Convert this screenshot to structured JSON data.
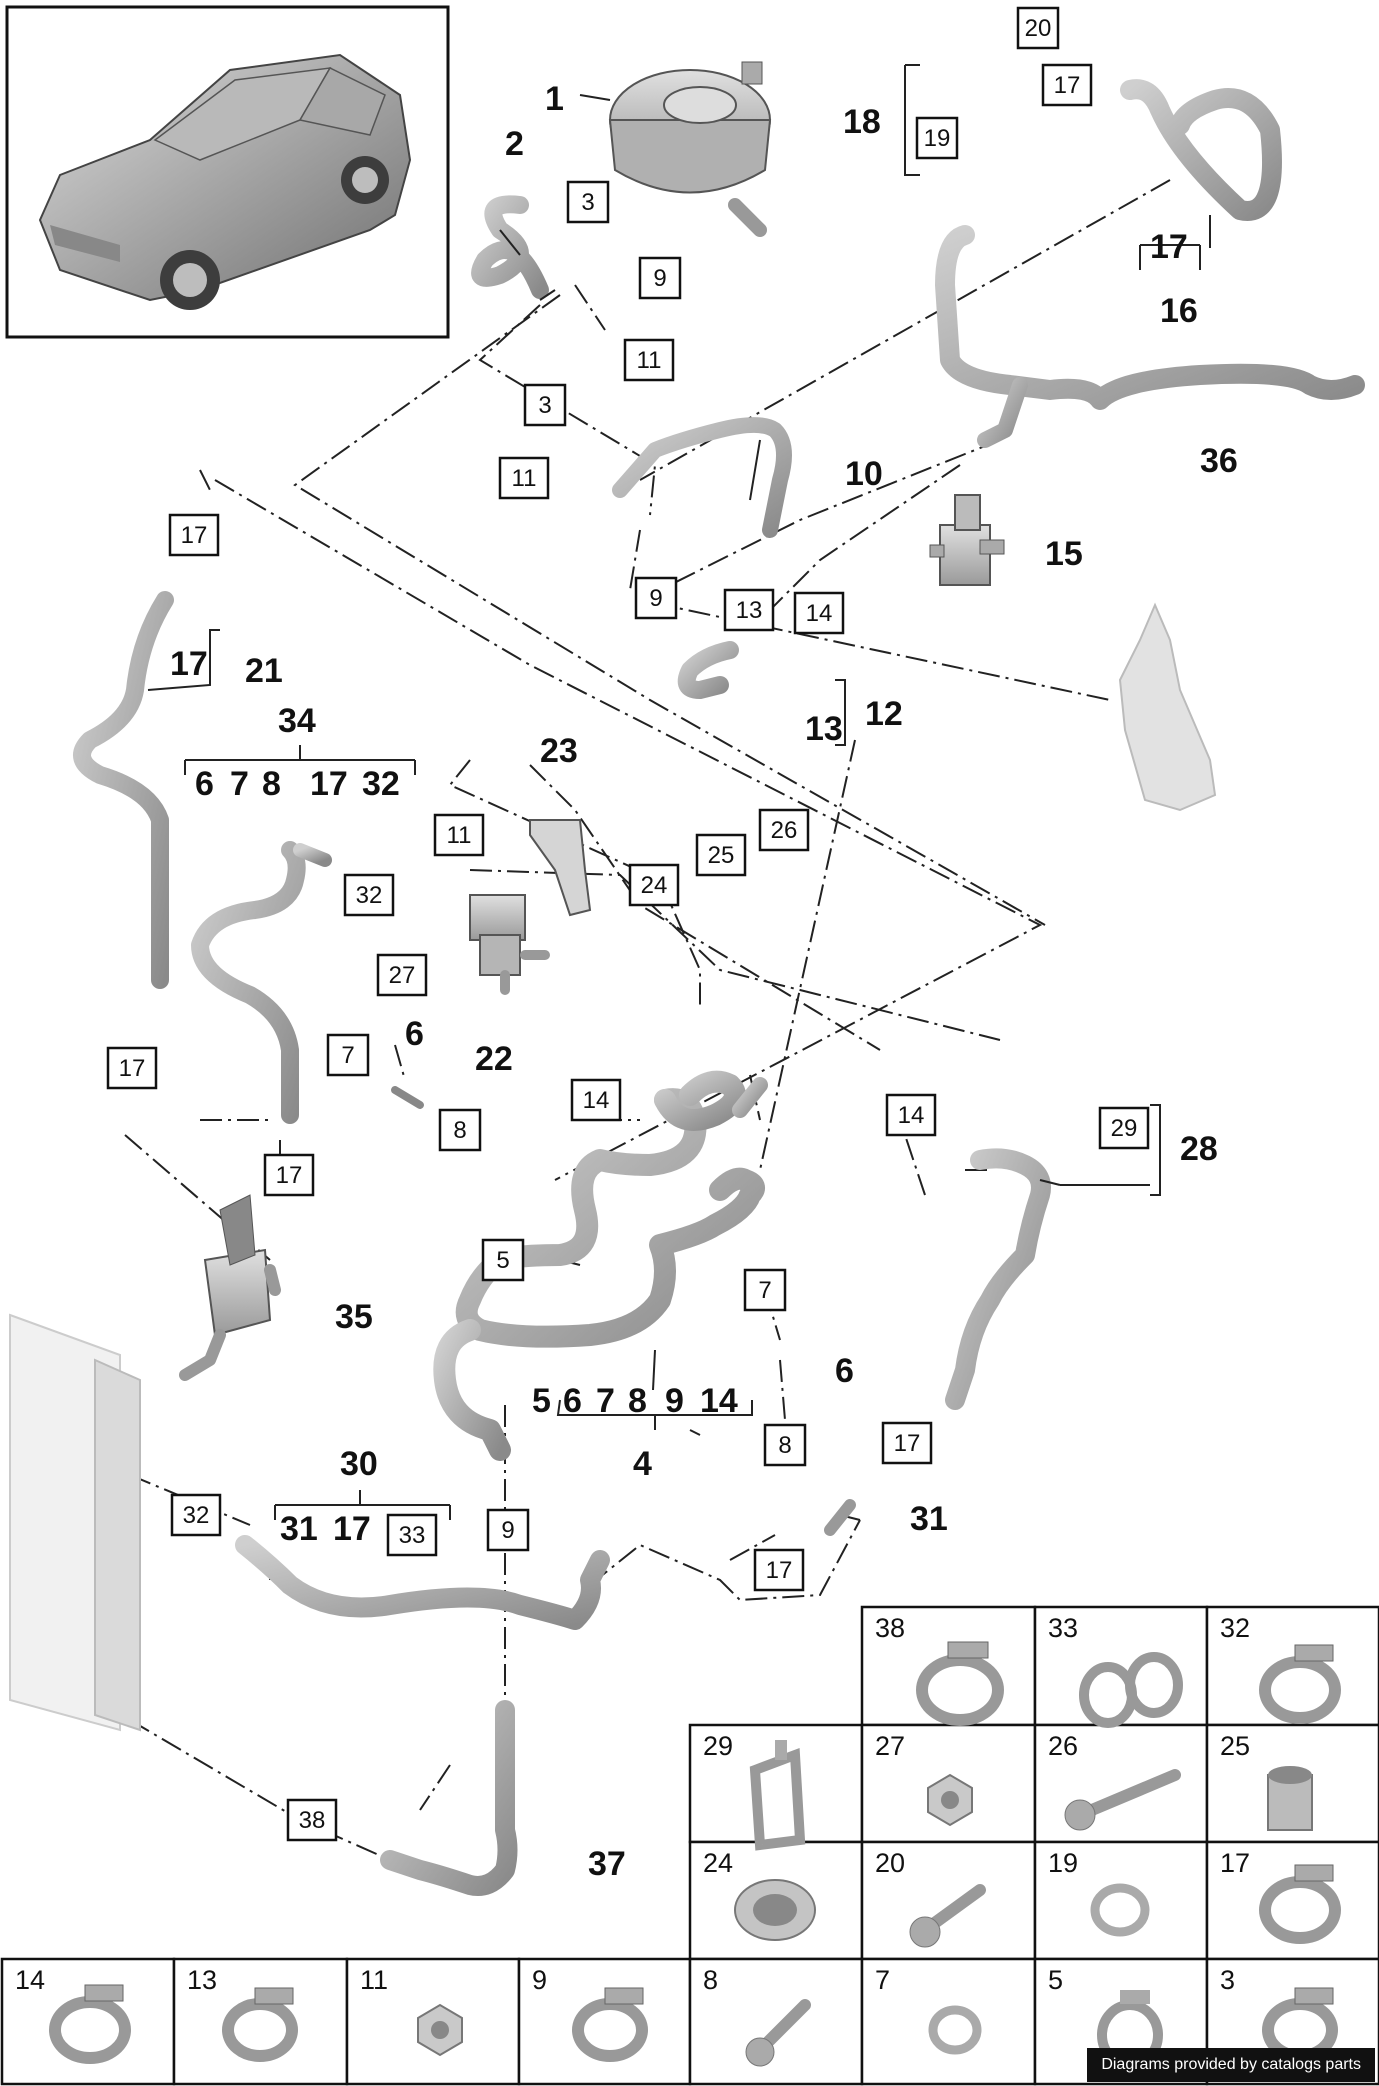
{
  "footer_text": "Diagrams provided by catalogs parts",
  "callouts": {
    "c1": "1",
    "c2": "2",
    "c3a": "3",
    "c3b": "3",
    "c4": "4",
    "c5": "5",
    "c6a": "6",
    "c6b": "6",
    "c7a": "7",
    "c7b": "7",
    "c8a": "8",
    "c8b": "8",
    "c9a": "9",
    "c9b": "9",
    "c9c": "9",
    "c10": "10",
    "c11a": "11",
    "c11b": "11",
    "c11c": "11",
    "c12": "12",
    "c13a": "13",
    "c13b": "13",
    "c14a": "14",
    "c14b": "14",
    "c14c": "14",
    "c15": "15",
    "c16": "16",
    "c17a": "17",
    "c17b": "17",
    "c17c": "17",
    "c17d": "17",
    "c17e": "17",
    "c17f": "17",
    "c17g": "17",
    "c17h": "17",
    "c17i": "17",
    "c17j": "17",
    "c18": "18",
    "c19": "19",
    "c20": "20",
    "c21": "21",
    "c22": "22",
    "c23": "23",
    "c24": "24",
    "c25": "25",
    "c26": "26",
    "c27": "27",
    "c28": "28",
    "c29": "29",
    "c30": "30",
    "c31a": "31",
    "c31b": "31",
    "c32a": "32",
    "c32b": "32",
    "c33": "33",
    "c34": "34",
    "c35": "35",
    "c36": "36",
    "c37": "37",
    "c38": "38"
  },
  "groups": {
    "g34": [
      "6",
      "7",
      "8",
      "17",
      "32"
    ],
    "g4": [
      "5",
      "6",
      "7",
      "8",
      "9",
      "14"
    ],
    "g30": [
      "31",
      "17"
    ]
  },
  "legend": [
    {
      "label": "38",
      "icon": "hose-clamp-icon"
    },
    {
      "label": "33",
      "icon": "double-clip-icon"
    },
    {
      "label": "32",
      "icon": "hose-clamp-icon"
    },
    {
      "label": "29",
      "icon": "bracket-clip-icon"
    },
    {
      "label": "27",
      "icon": "hex-nut-icon"
    },
    {
      "label": "26",
      "icon": "bolt-icon"
    },
    {
      "label": "25",
      "icon": "spacer-sleeve-icon"
    },
    {
      "label": "24",
      "icon": "grommet-icon"
    },
    {
      "label": "20",
      "icon": "screw-icon"
    },
    {
      "label": "19",
      "icon": "o-ring-icon"
    },
    {
      "label": "17",
      "icon": "hose-clamp-icon"
    },
    {
      "label": "14",
      "icon": "hose-clamp-icon"
    },
    {
      "label": "13",
      "icon": "hose-clamp-icon"
    },
    {
      "label": "11",
      "icon": "hex-nut-icon"
    },
    {
      "label": "9",
      "icon": "hose-clamp-icon"
    },
    {
      "label": "8",
      "icon": "bolt-icon"
    },
    {
      "label": "7",
      "icon": "o-ring-icon"
    },
    {
      "label": "5",
      "icon": "double-clip-icon"
    },
    {
      "label": "3",
      "icon": "hose-clamp-icon"
    }
  ]
}
